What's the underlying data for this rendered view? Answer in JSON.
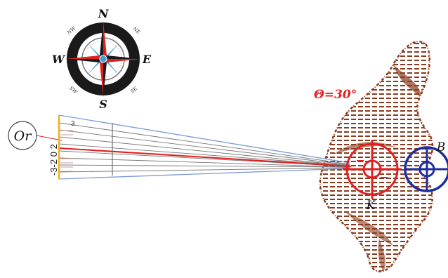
{
  "compass": {
    "north": "N",
    "south": "S",
    "east": "E",
    "west": "W",
    "northeast": "NE",
    "northwest": "NW",
    "southeast": "SE",
    "southwest": "SW"
  },
  "origin_label": "Or",
  "angle_label": "Θ=30°",
  "ruler": {
    "scale_top": "3",
    "scale_side": "-3-2 0 2"
  },
  "target_labels": {
    "k": "K",
    "b": "B"
  },
  "colors": {
    "red": "#e02020",
    "blue": "#1e2f9c",
    "map_brown": "#8a3a1c",
    "compass_ring": "#1a1a1a",
    "compass_blue": "#3aa0d8",
    "fan_blue": "#7d9bd6",
    "ruler_yellow": "#f0b020"
  }
}
